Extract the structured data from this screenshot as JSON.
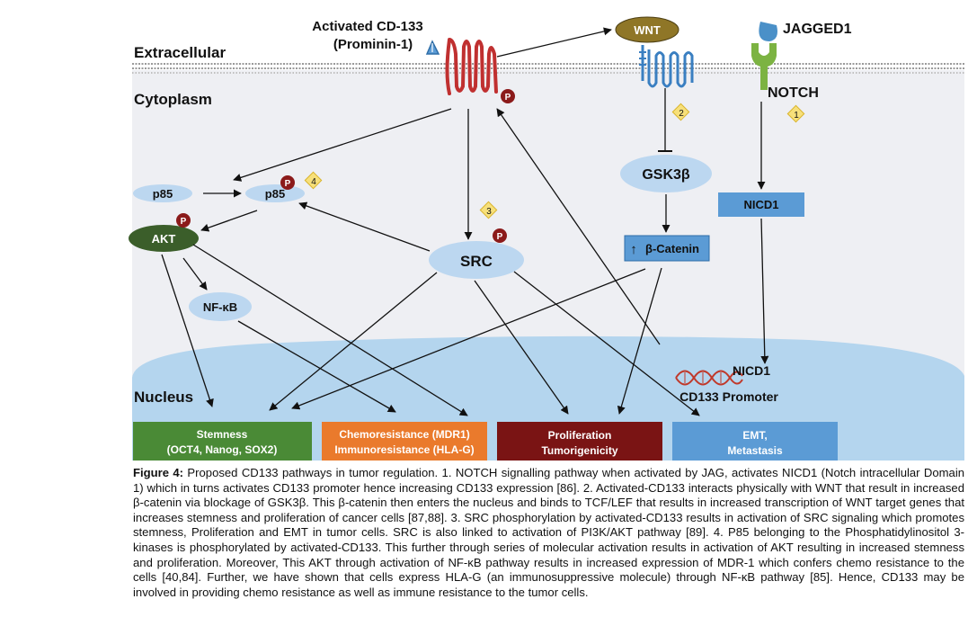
{
  "labels": {
    "extracellular": "Extracellular",
    "cytoplasm": "Cytoplasm",
    "nucleus": "Nucleus",
    "activated_cd133_line1": "Activated CD-133",
    "activated_cd133_line2": "(Prominin-1)",
    "wnt": "WNT",
    "jagged1": "JAGGED1",
    "notch": "NOTCH",
    "gsk3b": "GSK3β",
    "beta_catenin": "β-Catenin",
    "nicd1_cyto": "NICD1",
    "nicd1_nucleus": "NICD1",
    "cd133_promoter": "CD133 Promoter",
    "p85_left": "p85",
    "p85_right": "p85",
    "akt": "AKT",
    "src": "SRC",
    "nfkb": "NF-κB",
    "phospho": "P",
    "up_arrow": "↑"
  },
  "step_badges": [
    "1",
    "2",
    "3",
    "4"
  ],
  "outcomes": [
    {
      "line1": "Stemness",
      "line2": "(OCT4, Nanog, SOX2)",
      "color": "#4a8a36"
    },
    {
      "line1": "Chemoresistance (MDR1)",
      "line2": "Immunoresistance (HLA-G)",
      "color": "#ea7a2c"
    },
    {
      "line1": "Proliferation",
      "line2": "Tumorigenicity",
      "color": "#7a1414"
    },
    {
      "line1": "EMT,",
      "line2": "Metastasis",
      "color": "#5b9bd5"
    }
  ],
  "caption": {
    "label": "Figure 4:",
    "text": "Proposed CD133 pathways in tumor regulation. 1. NOTCH signalling pathway when activated by JAG, activates NICD1 (Notch intracellular Domain 1) which in turns activates CD133 promoter hence increasing CD133 expression [86]. 2. Activated-CD133 interacts physically with WNT that result in increased β-catenin via blockage of GSK3β. This β-catenin then enters the nucleus and binds to TCF/LEF that results in increased transcription of WNT target genes that increases stemness and proliferation of cancer cells [87,88]. 3. SRC phosphorylation by activated-CD133 results in activation of SRC signaling which promotes stemness, Proliferation and EMT in tumor cells. SRC is also linked to activation of PI3K/AKT pathway [89]. 4. P85 belonging to the Phosphatidylinositol 3-kinases is phosphorylated by activated-CD133. This further through series of molecular activation results in activation of AKT resulting in increased stemness and proliferation. Moreover, This AKT through activation of NF-κB pathway results in increased expression of MDR-1 which confers chemo resistance to the cells [40,84]. Further, we have shown that cells express HLA-G (an immunosuppressive molecule) through NF-κB pathway [85]. Hence, CD133 may be involved in providing chemo resistance as well as immune resistance to the tumor cells."
  },
  "colors": {
    "cytoplasm": "#eeeff3",
    "nucleus": "#b4d5ee",
    "node_blue": "#bcd7f0",
    "akt": "#3b5e2a",
    "wnt": "#8f7627",
    "notch": "#7cb342",
    "receptor": "#c03030",
    "phospho": "#8b1a1a",
    "badge": "#f7e07a",
    "nicd1_box": "#5b9bd5",
    "cd133_triangle": "#5b9bd5",
    "jagged1": "#4a90c8"
  }
}
